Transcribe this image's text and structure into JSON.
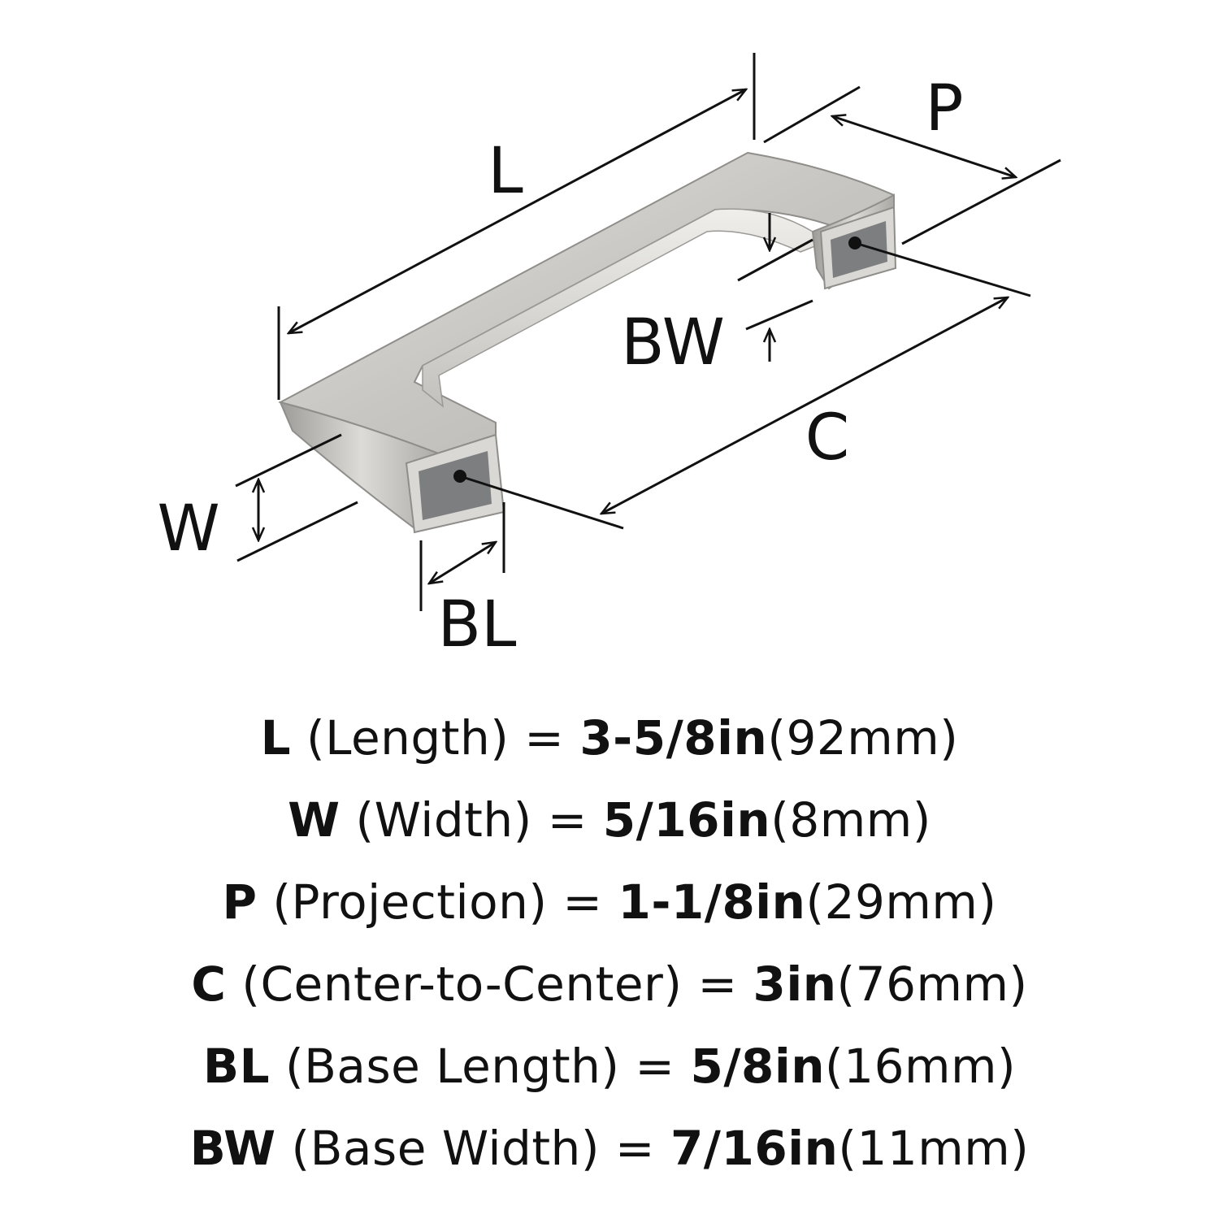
{
  "diagram": {
    "part": "cabinet-pull-handle",
    "handle_color": "#c9c8c4",
    "handle_shadow_color": "#8f8e8a",
    "base_insert_color": "#7d7e80",
    "line_color": "#111111",
    "labels": {
      "length": "L",
      "projection": "P",
      "base_width": "BW",
      "center": "C",
      "width": "W",
      "base_length": "BL"
    }
  },
  "specs": [
    {
      "code": "L",
      "name": "(Length)",
      "eq": "=",
      "imperial": "3-5/8in",
      "metric": "(92mm)"
    },
    {
      "code": "W",
      "name": "(Width)",
      "eq": "=",
      "imperial": "5/16in",
      "metric": "(8mm)"
    },
    {
      "code": "P",
      "name": "(Projection)",
      "eq": "=",
      "imperial": "1-1/8in",
      "metric": "(29mm)"
    },
    {
      "code": "C",
      "name": "(Center-to-Center)",
      "eq": "=",
      "imperial": "3in",
      "metric": "(76mm)"
    },
    {
      "code": "BL",
      "name": "(Base Length)",
      "eq": "=",
      "imperial": "5/8in",
      "metric": "(16mm)"
    },
    {
      "code": "BW",
      "name": "(Base Width)",
      "eq": "=",
      "imperial": "7/16in",
      "metric": "(11mm)"
    }
  ]
}
